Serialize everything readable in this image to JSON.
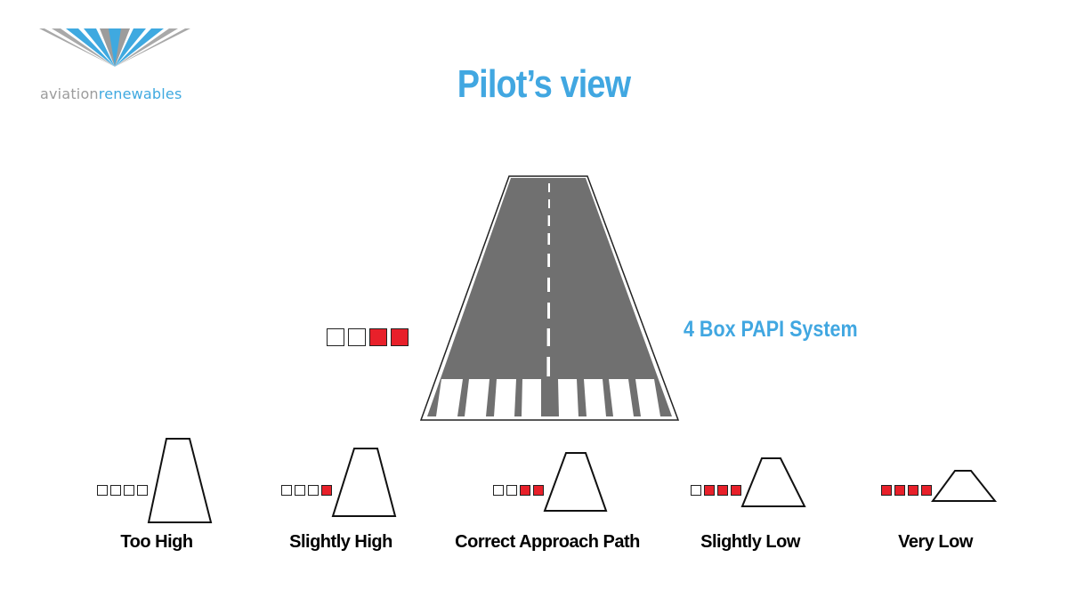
{
  "logo": {
    "part1": "aviation",
    "part2": "renewables"
  },
  "title": "Pilot’s view",
  "papi_label": "4 Box PAPI System",
  "main_papi": [
    "white",
    "white",
    "red",
    "red"
  ],
  "states": [
    {
      "label": "Too High",
      "lights": [
        "white",
        "white",
        "white",
        "white"
      ]
    },
    {
      "label": "Slightly High",
      "lights": [
        "white",
        "white",
        "white",
        "red"
      ]
    },
    {
      "label": "Correct Approach Path",
      "lights": [
        "white",
        "white",
        "red",
        "red"
      ]
    },
    {
      "label": "Slightly Low",
      "lights": [
        "white",
        "red",
        "red",
        "red"
      ]
    },
    {
      "label": "Very Low",
      "lights": [
        "red",
        "red",
        "red",
        "red"
      ]
    }
  ],
  "colors": {
    "title": "#41a7e1",
    "red_light": "#e8202a",
    "runway": "#707070"
  }
}
